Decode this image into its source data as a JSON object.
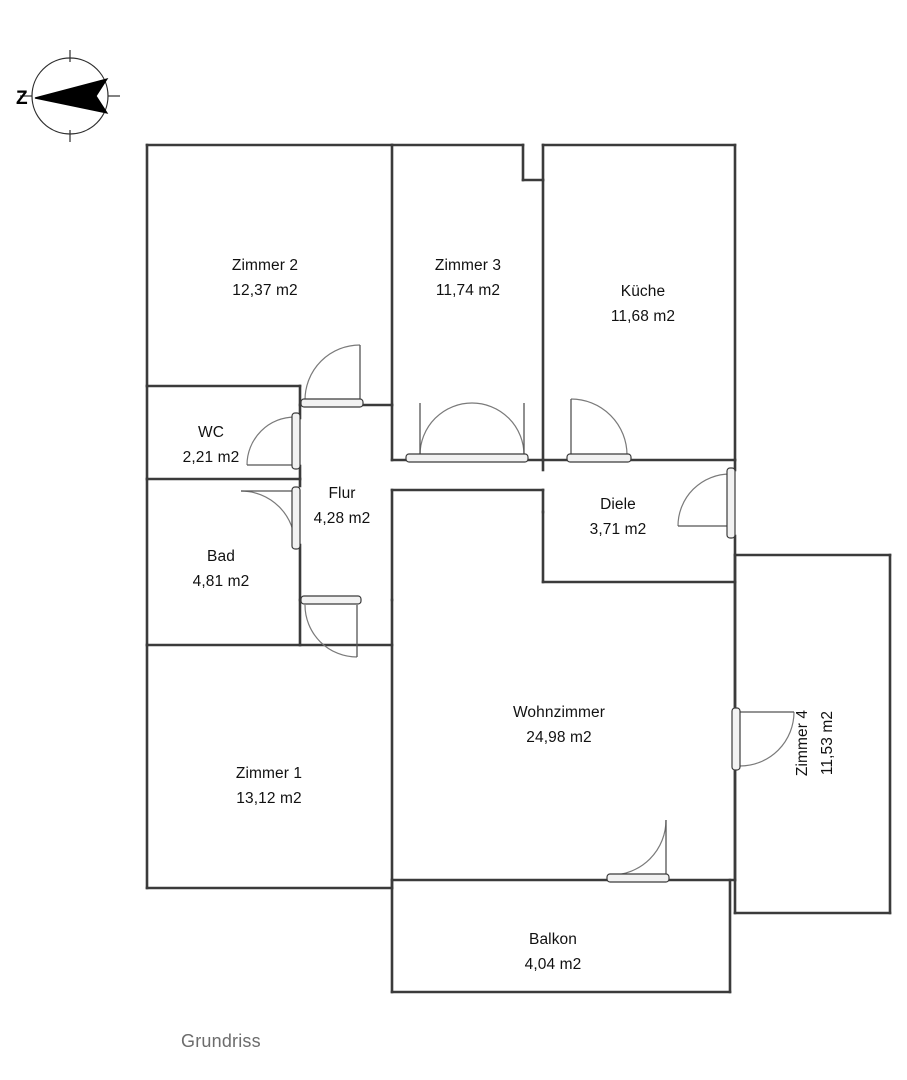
{
  "document": {
    "caption": "Grundriss",
    "caption_color": "#6c6c6c",
    "wall_color": "#3b3b3b",
    "background_color": "#ffffff"
  },
  "compass": {
    "label": "Z",
    "name": "compass-rose"
  },
  "rooms": [
    {
      "id": "zimmer2",
      "name": "Zimmer 2",
      "area": "12,37 m2"
    },
    {
      "id": "zimmer3",
      "name": "Zimmer 3",
      "area": "11,74 m2"
    },
    {
      "id": "kueche",
      "name": "Küche",
      "area": "11,68 m2"
    },
    {
      "id": "wc",
      "name": "WC",
      "area": "2,21 m2"
    },
    {
      "id": "flur",
      "name": "Flur",
      "area": "4,28 m2"
    },
    {
      "id": "diele",
      "name": "Diele",
      "area": "3,71 m2"
    },
    {
      "id": "bad",
      "name": "Bad",
      "area": "4,81 m2"
    },
    {
      "id": "zimmer1",
      "name": "Zimmer 1",
      "area": "13,12 m2"
    },
    {
      "id": "wohnzimmer",
      "name": "Wohnzimmer",
      "area": "24,98 m2"
    },
    {
      "id": "zimmer4",
      "name": "Zimmer 4",
      "area": "11,53 m2"
    },
    {
      "id": "balkon",
      "name": "Balkon",
      "area": "4,04 m2"
    }
  ],
  "doors": [
    {
      "id": "door-zimmer2",
      "room": "Zimmer 2",
      "type": "single",
      "orientation": "horizontal"
    },
    {
      "id": "door-zimmer3",
      "room": "Zimmer 3",
      "type": "double",
      "orientation": "horizontal"
    },
    {
      "id": "door-kueche",
      "room": "Küche",
      "type": "single",
      "orientation": "horizontal"
    },
    {
      "id": "door-wc",
      "room": "WC",
      "type": "single",
      "orientation": "vertical"
    },
    {
      "id": "door-bad",
      "room": "Bad",
      "type": "single",
      "orientation": "vertical"
    },
    {
      "id": "door-zimmer1",
      "room": "Zimmer 1",
      "type": "single",
      "orientation": "horizontal"
    },
    {
      "id": "door-diele",
      "room": "Diele",
      "type": "single",
      "orientation": "vertical"
    },
    {
      "id": "door-zimmer4",
      "room": "Zimmer 4",
      "type": "single",
      "orientation": "vertical"
    },
    {
      "id": "door-balkon",
      "room": "Balkon",
      "type": "single",
      "orientation": "horizontal"
    }
  ]
}
